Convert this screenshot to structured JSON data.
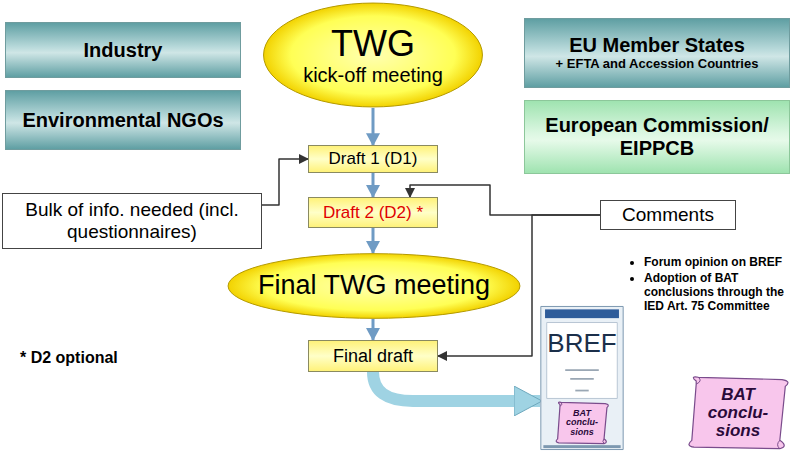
{
  "diagram": {
    "nodes": [
      {
        "text": [
          "Industry"
        ]
      },
      {
        "text": [
          "Environmental NGOs"
        ]
      },
      {
        "text": [
          "TWG",
          "kick-off meeting"
        ]
      },
      {
        "text": [
          "EU Member States",
          "+ EFTA and Accession Countries"
        ]
      },
      {
        "text": [
          "European Commission/ EIPPCB"
        ]
      },
      {
        "text": [
          "Draft 1 (D1)"
        ]
      },
      {
        "text": [
          "Bulk of info. needed (incl. questionnaires)"
        ]
      },
      {
        "text": [
          "Draft 2 (D2) *"
        ]
      },
      {
        "text": [
          "Comments"
        ]
      },
      {
        "text": [
          "Final TWG meeting"
        ]
      },
      {
        "text": [
          "Final draft"
        ]
      },
      {
        "text": [
          "BREF"
        ]
      },
      {
        "text": [
          "BAT conclu- sions"
        ],
        "in": 11
      },
      {
        "text": [
          "BAT conclu- sions"
        ]
      }
    ],
    "edges": [
      {
        "from": 2,
        "to": 5,
        "arrow": "to"
      },
      {
        "from": 5,
        "to": 7,
        "arrow": "to"
      },
      {
        "from": 7,
        "to": 9,
        "arrow": "to"
      },
      {
        "from": 9,
        "to": 10,
        "arrow": "to"
      },
      {
        "from": 6,
        "to": 5,
        "arrow": "to"
      },
      {
        "from": 8,
        "to": 7,
        "arrow": "to"
      },
      {
        "from": 8,
        "to": 10,
        "arrow": "to"
      },
      {
        "from": 10,
        "to": 11,
        "arrow": "to"
      }
    ],
    "labels": [
      "Forum opinion on BREF",
      "Adoption of BAT conclusions through the IED Art. 75 Committee",
      "* D2 optional"
    ]
  }
}
